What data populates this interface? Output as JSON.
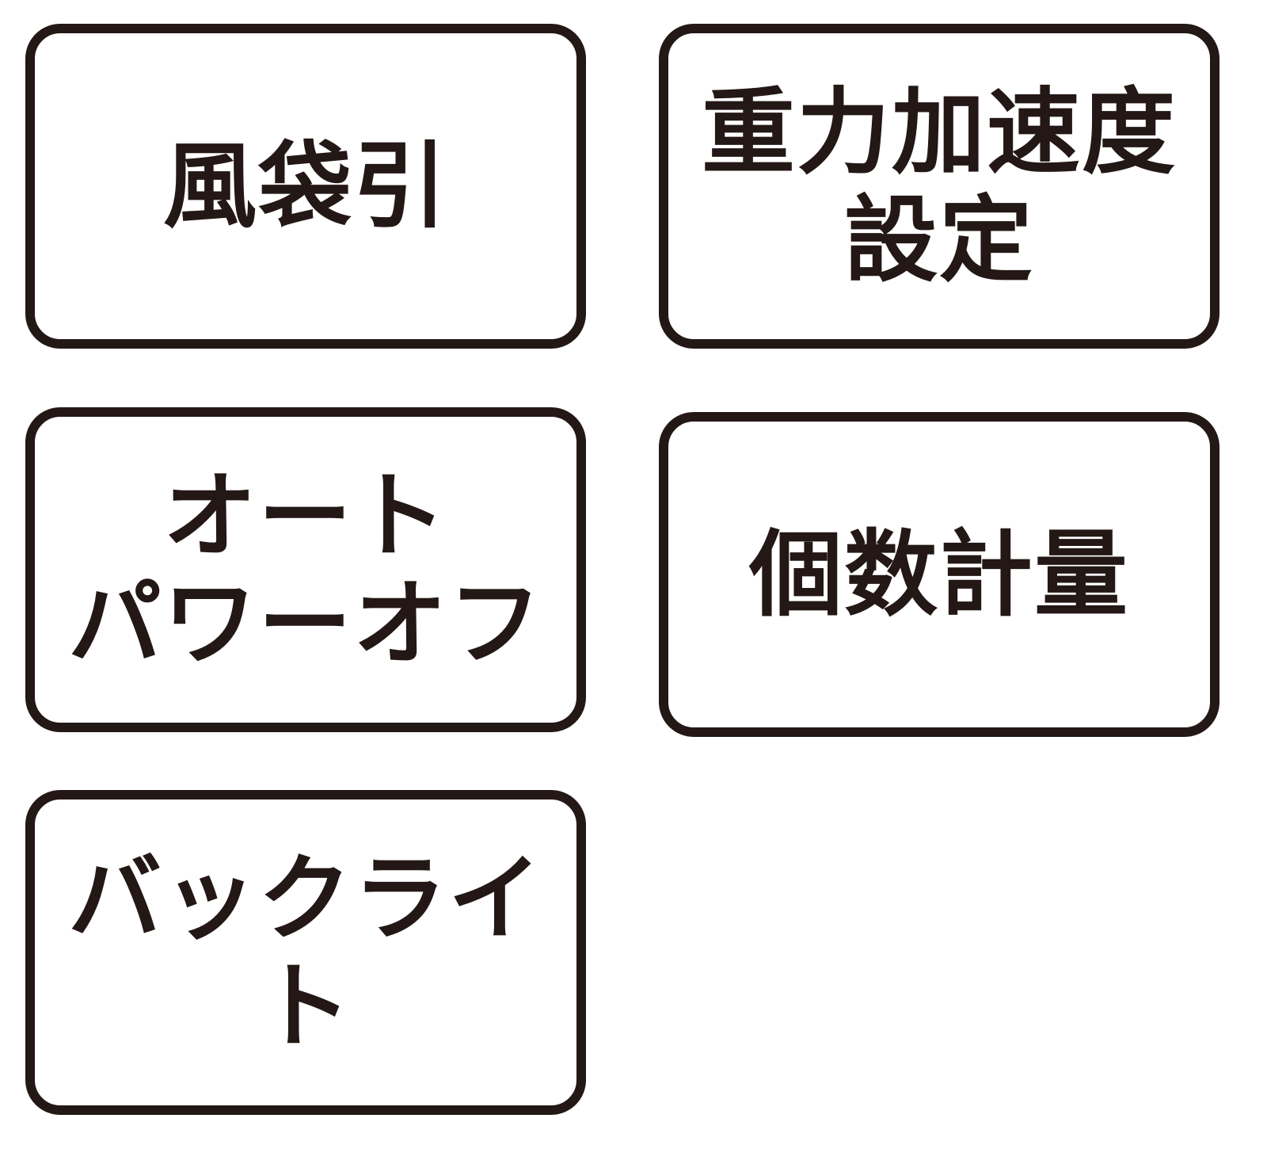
{
  "buttons": [
    {
      "label": "風袋引"
    },
    {
      "label": "重力加速度\n設定"
    },
    {
      "label": "オート\nパワーオフ"
    },
    {
      "label": "個数計量"
    },
    {
      "label": "バックライト"
    }
  ],
  "colors": {
    "stroke": "#231815",
    "background": "#ffffff"
  }
}
